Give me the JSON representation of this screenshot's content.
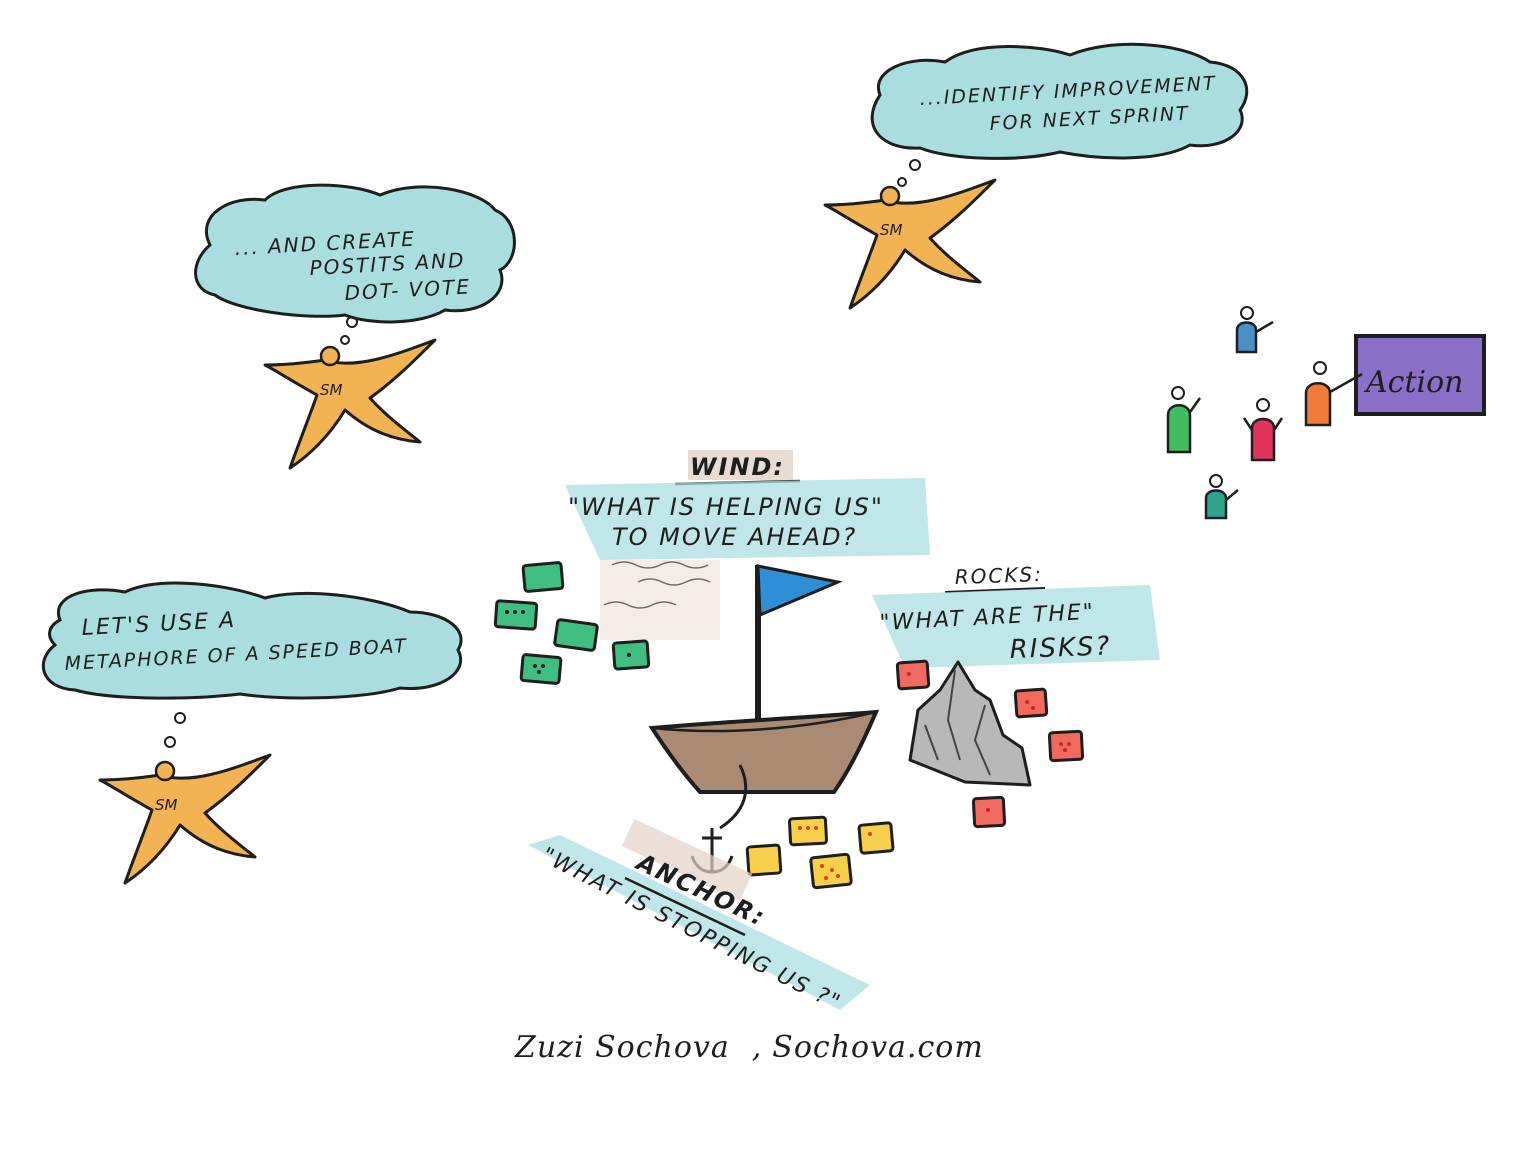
{
  "bubbles": {
    "identify": {
      "line1": "...IDENTIFY  IMPROVEMENT",
      "line2": "FOR  NEXT  SPRINT"
    },
    "create": {
      "line1": "...  AND  CREATE",
      "line2": "POSTITS  AND",
      "line3": "DOT- VOTE"
    },
    "metaphor": {
      "line1": "LET'S  USE  A",
      "line2": "METAPHORE  OF A  SPEED BOAT"
    }
  },
  "scrum_master_label": "SM",
  "wind": {
    "title": "WIND:",
    "question_line1": "\"WHAT IS  HELPING US\"",
    "question_line2": "TO MOVE  AHEAD?"
  },
  "rocks": {
    "title": "ROCKS:",
    "question_line1": "\"WHAT  ARE  THE\"",
    "question_line2": "RISKS?"
  },
  "anchor": {
    "title": "ANCHOR:",
    "question_line1": "\"WHAT  IS  STOPPING  US ?\""
  },
  "action_board": {
    "label": "Action"
  },
  "credit": {
    "author": "Zuzi  Sochova",
    "separator": ",",
    "site": "Sochova.com"
  },
  "colors": {
    "cloud": "#a9dde0",
    "star": "#f3b352",
    "boat": "#a88b72",
    "flag": "#2f8fd6",
    "green_postit": "#3fbf7f",
    "red_postit": "#f26a5e",
    "yellow_postit": "#f6d04a",
    "action_board": "#8a6fc9"
  }
}
